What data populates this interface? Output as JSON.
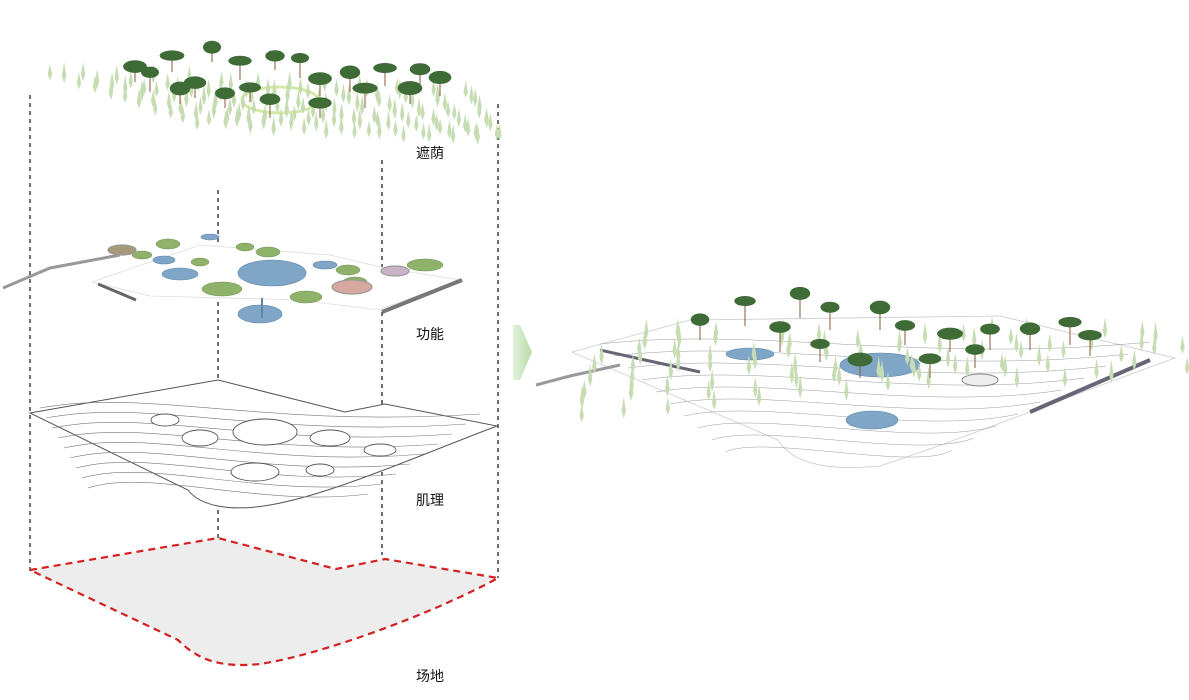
{
  "layers": {
    "shade": "遮荫",
    "function": "功能",
    "texture": "肌理",
    "site": "场地"
  },
  "colors": {
    "tree_dark": "#3e6b36",
    "tree_light": "#c6dcb2",
    "grass": "#8fb26a",
    "water": "#7fa6c6",
    "site_fill": "#ededed",
    "site_outline": "#d42020",
    "arrow": "#c2e0b8"
  },
  "icons": {
    "arrow": "right-arrow-icon"
  }
}
